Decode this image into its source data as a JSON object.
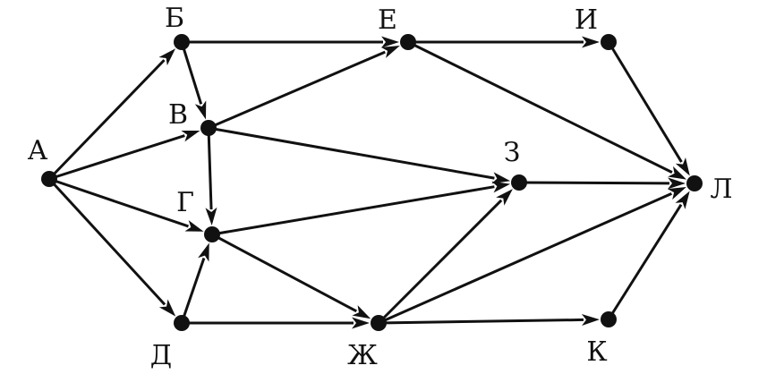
{
  "nodes": [
    {
      "id": "A",
      "label": "А"
    },
    {
      "id": "B",
      "label": "Б"
    },
    {
      "id": "V",
      "label": "В"
    },
    {
      "id": "G",
      "label": "Г"
    },
    {
      "id": "D",
      "label": "Д"
    },
    {
      "id": "E",
      "label": "Е"
    },
    {
      "id": "Zh",
      "label": "Ж"
    },
    {
      "id": "Z",
      "label": "З"
    },
    {
      "id": "I",
      "label": "И"
    },
    {
      "id": "K",
      "label": "К"
    },
    {
      "id": "L",
      "label": "Л"
    }
  ],
  "edges": [
    {
      "from": "A",
      "to": "B"
    },
    {
      "from": "A",
      "to": "V"
    },
    {
      "from": "A",
      "to": "G"
    },
    {
      "from": "A",
      "to": "D"
    },
    {
      "from": "B",
      "to": "V"
    },
    {
      "from": "B",
      "to": "E"
    },
    {
      "from": "V",
      "to": "E"
    },
    {
      "from": "V",
      "to": "G"
    },
    {
      "from": "V",
      "to": "Z"
    },
    {
      "from": "G",
      "to": "Z"
    },
    {
      "from": "G",
      "to": "Zh"
    },
    {
      "from": "D",
      "to": "G"
    },
    {
      "from": "D",
      "to": "Zh"
    },
    {
      "from": "E",
      "to": "I"
    },
    {
      "from": "E",
      "to": "L"
    },
    {
      "from": "I",
      "to": "L"
    },
    {
      "from": "Z",
      "to": "L"
    },
    {
      "from": "Zh",
      "to": "Z"
    },
    {
      "from": "Zh",
      "to": "L"
    },
    {
      "from": "Zh",
      "to": "K"
    },
    {
      "from": "K",
      "to": "L"
    }
  ]
}
